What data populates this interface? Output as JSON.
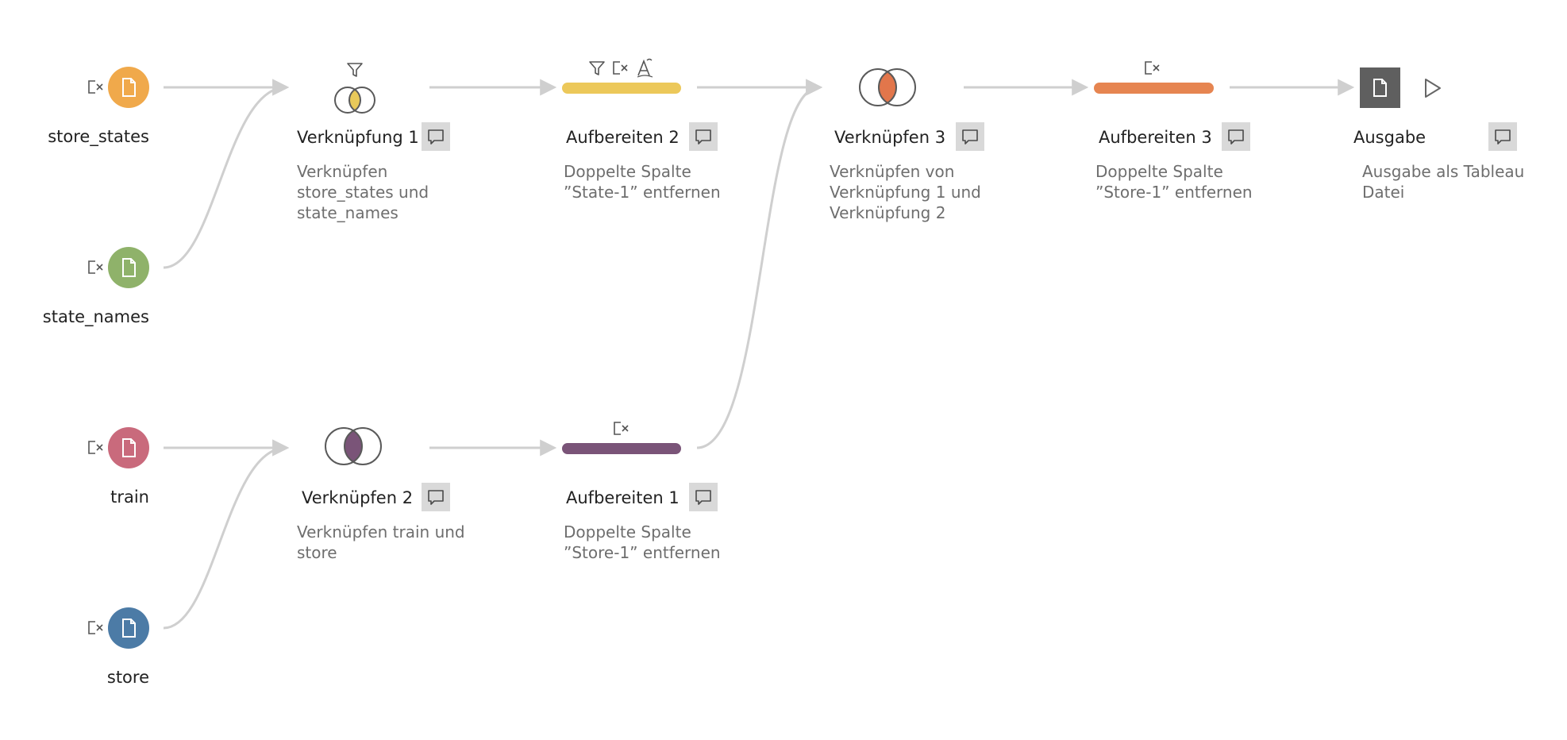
{
  "colors": {
    "connector": "#cfcfcf",
    "label_text": "#222222",
    "description_text": "#6e6e6e",
    "comment_button_bg": "#d9d9d9",
    "comment_icon": "#4a4a4a",
    "icon_stroke": "#555555",
    "output_box": "#5f5f5f",
    "run_icon": "#666666"
  },
  "inputs": [
    {
      "id": "store_states",
      "label": "store_states",
      "color": "#f0a94b",
      "icon": "file-icon",
      "remove_icon": "remove-field-icon"
    },
    {
      "id": "state_names",
      "label": "state_names",
      "color": "#8fb26a",
      "icon": "file-icon",
      "remove_icon": "remove-field-icon"
    },
    {
      "id": "train",
      "label": "train",
      "color": "#c96a7c",
      "icon": "file-icon",
      "remove_icon": "remove-field-icon"
    },
    {
      "id": "store",
      "label": "store",
      "color": "#4c7ba6",
      "icon": "file-icon",
      "remove_icon": "remove-field-icon"
    }
  ],
  "joins": [
    {
      "id": "join1",
      "label": "Verknüpfung 1",
      "fill": "#e8c95a",
      "badges": [
        "filter-icon"
      ],
      "description": [
        "Verknüpfen",
        "store_states und",
        "state_names"
      ]
    },
    {
      "id": "join2",
      "label": "Verknüpfen 2",
      "fill": "#7a5478",
      "badges": [],
      "description": [
        "Verknüpfen train und",
        "store"
      ]
    },
    {
      "id": "join3",
      "label": "Verknüpfen 3",
      "fill": "#e2764b",
      "badges": [],
      "description": [
        "Verknüpfen von",
        "Verknüpfung 1 und",
        "Verknüpfung 2"
      ]
    }
  ],
  "cleans": [
    {
      "id": "clean2",
      "label": "Aufbereiten 2",
      "color": "#ecc85a",
      "badges": [
        "filter-icon",
        "remove-field-icon",
        "rename-field-icon"
      ],
      "description": [
        "Doppelte Spalte",
        "”State-1” entfernen"
      ]
    },
    {
      "id": "clean1",
      "label": "Aufbereiten 1",
      "color": "#7a5478",
      "badges": [
        "remove-field-icon"
      ],
      "description": [
        "Doppelte Spalte",
        "”Store-1” entfernen"
      ]
    },
    {
      "id": "clean3",
      "label": "Aufbereiten 3",
      "color": "#e68551",
      "badges": [
        "remove-field-icon"
      ],
      "description": [
        "Doppelte Spalte",
        "”Store-1” entfernen"
      ]
    }
  ],
  "output": {
    "label": "Ausgabe",
    "icon": "file-icon",
    "run_icon": "play-icon",
    "description": [
      "Ausgabe als Tableau",
      "Datei"
    ]
  },
  "comment_icon": "comment-icon"
}
